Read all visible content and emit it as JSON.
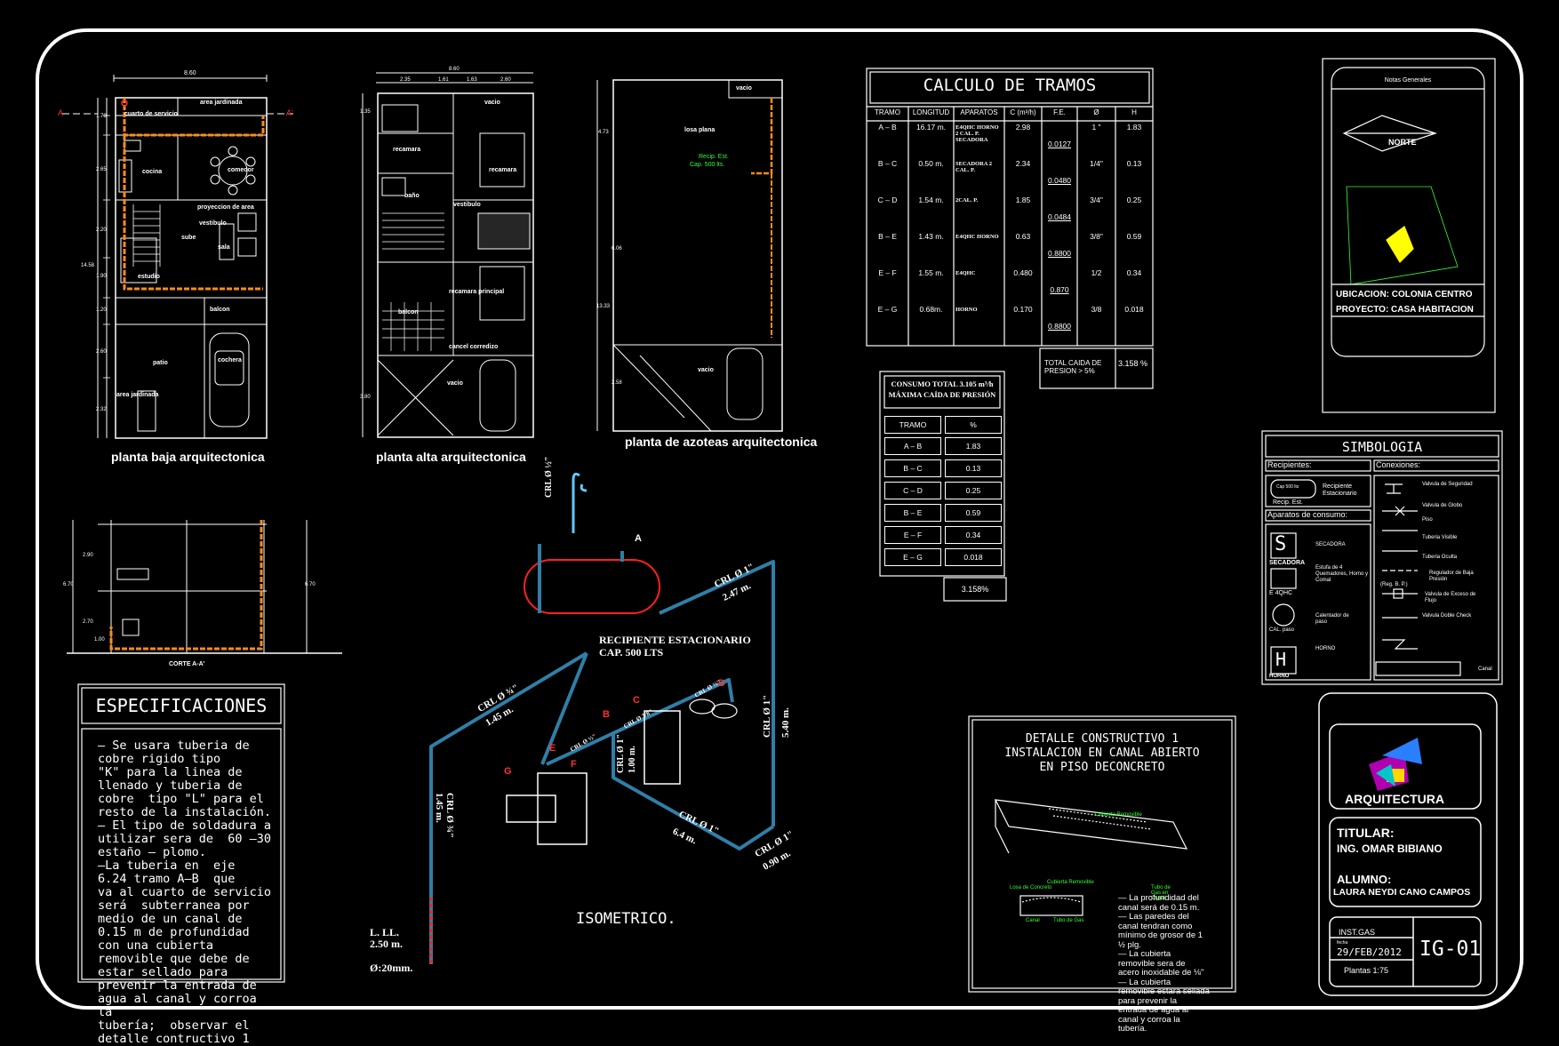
{
  "drawing": {
    "plan_labels": {
      "ground": "planta baja arquitectonica",
      "upper": "planta alta arquitectonica",
      "roof": "planta de azoteas arquitectonica",
      "section": "CORTE A-A'",
      "isometric": "ISOMETRICO."
    },
    "room_labels": {
      "ground": [
        "area jardinada",
        "cuarto de servicio",
        "cocina",
        "comedor",
        "proyeccion de area",
        "vestibulo",
        "sube",
        "sala",
        "estudio",
        "balcon",
        "patio",
        "cochera",
        "area jardinada"
      ],
      "upper": [
        "vacio",
        "recamara",
        "recamara",
        "baño",
        "vestibulo",
        "recamara principal",
        "balcon",
        "cancel corredizo",
        "vacio"
      ],
      "roof": [
        "vacio",
        "losa plana",
        "Recip. Est.",
        "Cap. 500 lts.",
        "vacio"
      ]
    },
    "dimensions": {
      "ground_top": "8.60",
      "ground_left": [
        "1.78",
        "2.65",
        "2.20",
        "1.90",
        "1.20",
        "2.60",
        "2.32"
      ],
      "ground_total": "14.58",
      "upper_top": "8.60",
      "upper_segments": [
        "2.35",
        "1.61",
        "1.63",
        "2.60"
      ],
      "upper_left": [
        "1.35",
        "3.80"
      ],
      "roof_left": [
        "4.73",
        "6.06",
        "2.58"
      ],
      "roof_total": "13.33",
      "section_left": [
        "2.90",
        "2.70",
        "1.00"
      ],
      "section_total": "6.70",
      "section_right": "6.70"
    },
    "isometric": {
      "tank_label": [
        "RECIPIENTE ESTACIONARIO",
        "CAP. 500 LTS"
      ],
      "pipes": [
        "CRL Ø ½\"",
        "CRL Ø 1\"",
        "2.47 m.",
        "CRL Ø ¾\"",
        "1.45 m.",
        "CRL Ø 1\"",
        "5.40 m.",
        "CRL Ø 1\"",
        "6.4 m.",
        "CRL Ø 1\"",
        "0.90 m.",
        "CRL Ø ¾\"",
        "1.45 m.",
        "CRL Ø 1\"",
        "1.00 m.",
        "CRL Ø ½\"",
        "CRL Ø 3/8\"",
        "CRL Ø ½\""
      ],
      "nodes": [
        "A",
        "B",
        "C",
        "D",
        "E",
        "F",
        "G"
      ],
      "llenado": [
        "L. LL.",
        "2.50 m.",
        "Ø:20mm."
      ]
    },
    "calc_table": {
      "title": "CALCULO DE TRAMOS",
      "headers": [
        "TRAMO",
        "LONGITUD",
        "APARATOS",
        "C (m³/h)",
        "F.E.",
        "Ø",
        "H"
      ],
      "rows": [
        [
          "A – B",
          "16.17 m.",
          "E4QHC HORNO 2 CAL. P. SECADORA",
          "2.98",
          "0.0127",
          "1 \"",
          "1.83"
        ],
        [
          "B – C",
          "0.50 m.",
          "SECADORA 2 CAL. P.",
          "2.34",
          "0.0480",
          "1/4\"",
          "0.13"
        ],
        [
          "C – D",
          "1.54 m.",
          "2CAL. P.",
          "1.85",
          "0.0484",
          "3/4\"",
          "0.25"
        ],
        [
          "B – E",
          "1.43 m.",
          "E4QHC HORNO",
          "0.63",
          "0.8800",
          "3/8\"",
          "0.59"
        ],
        [
          "E – F",
          "1.55 m.",
          "E4QHC",
          "0.480",
          "0.870",
          "1/2",
          "0.34"
        ],
        [
          "E – G",
          "0.68m.",
          "HORNO",
          "0.170",
          "0.8800",
          "3/8",
          "0.018"
        ]
      ],
      "total_label": "TOTAL CAIDA DE PRESION > 5%",
      "total_value": "3.158 %"
    },
    "consumo_table": {
      "title": [
        "CONSUMO TOTAL 3.105 m³/h",
        "MÁXIMA CAÍDA DE PRESIÓN"
      ],
      "headers": [
        "TRAMO",
        "%"
      ],
      "rows": [
        [
          "A – B",
          "1.83"
        ],
        [
          "B – C",
          "0.13"
        ],
        [
          "C – D",
          "0.25"
        ],
        [
          "B – E",
          "0.59"
        ],
        [
          "E – F",
          "0.34"
        ],
        [
          "E – G",
          "0.018"
        ]
      ],
      "total": "3.158%"
    },
    "specs": {
      "title": "ESPECIFICACIONES",
      "text": "— Se usara tuberia de\ncobre rigido tipo\n\"K\" para la linea de\nllenado y tuberia de\ncobre  tipo \"L\" para el\nresto de la instalación.\n— El tipo de soldadura a\nutilizar sera de  60 –30\nestaño – plomo.\n—La tuberia en  eje\n6.24 tramo A–B  que\nva al cuarto de servicio\nserá  subterranea por\nmedio de un canal de\n0.15 m de profundidad\ncon una cubierta\nremovible que debe de\nestar sellado para\nprevenir la entrada de\nagua al canal y corroa la\ntubería;  observar el\ndetalle contructivo 1"
    },
    "detail": {
      "title": [
        "DETALLE CONSTRUCTIVO 1",
        "INSTALACION EN CANAL ABIERTO",
        "EN PISO DECONCRETO"
      ],
      "callouts": [
        "Cubierta Removible",
        "Cubierta Removible",
        "Losa de Concreto",
        "Tubo de Gas en Canal",
        "Canal",
        "Tubo de Gas"
      ],
      "notes": "— La profundidad del\ncanal será de 0.15 m.\n— Las paredes del\ncanal tendran como\nmínimo de grosor de 1\n½ plg.\n— La cubierta\nremovible sera de\nacero inoxidable de ⅛\"\n— La cubierta\nremovible estará sellada\npara prevenir la\nentrada de agua al\ncanal y corroa la\ntubería."
    },
    "notes_panel": {
      "title": "Notas Generales",
      "north": "NORTE",
      "ubicacion": "UBICACION: COLONIA CENTRO",
      "proyecto": "PROYECTO: CASA HABITACION"
    },
    "simbologia": {
      "title": "SIMBOLOGIA",
      "sections": [
        "Recipientes:",
        "Conexiones:",
        "Aparatos de consumo:"
      ],
      "recipiente": [
        "Cap 500 lts",
        "Recip. Est.",
        "Recipiente Estacionario"
      ],
      "aparatos": [
        {
          "sym": "S",
          "name": "SECADORA",
          "desc": "SECADORA"
        },
        {
          "sym": "",
          "name": "E 4QHC",
          "desc": "Estufa de 4 Quemadores, Horno y Comal"
        },
        {
          "sym": "",
          "name": "CAL. paso",
          "desc": "Calentador de paso"
        },
        {
          "sym": "H",
          "name": "HORNO",
          "desc": "HORNO"
        }
      ],
      "conexiones": [
        "Valvula de Seguridad",
        "Valvula de Globo",
        "Piso",
        "Tuberia Visible",
        "Tuberia Oculta",
        "Regulador de Baja Presión",
        "(Reg. B. P.)",
        "Valvula de Exceso de Flujo",
        "Valvula Doble Check",
        "Canal"
      ]
    },
    "title_block": {
      "school": "ARQUITECTURA",
      "titular_label": "TITULAR:",
      "titular": "ING. OMAR BIBIANO",
      "alumno_label": "ALUMNO:",
      "alumno": "LAURA NEYDI CANO CAMPOS",
      "subject": "INST.GAS",
      "date_label": "fecha",
      "date": "29/FEB/2012",
      "scale": "Plantas 1:75",
      "sheet": "IG-01"
    }
  }
}
